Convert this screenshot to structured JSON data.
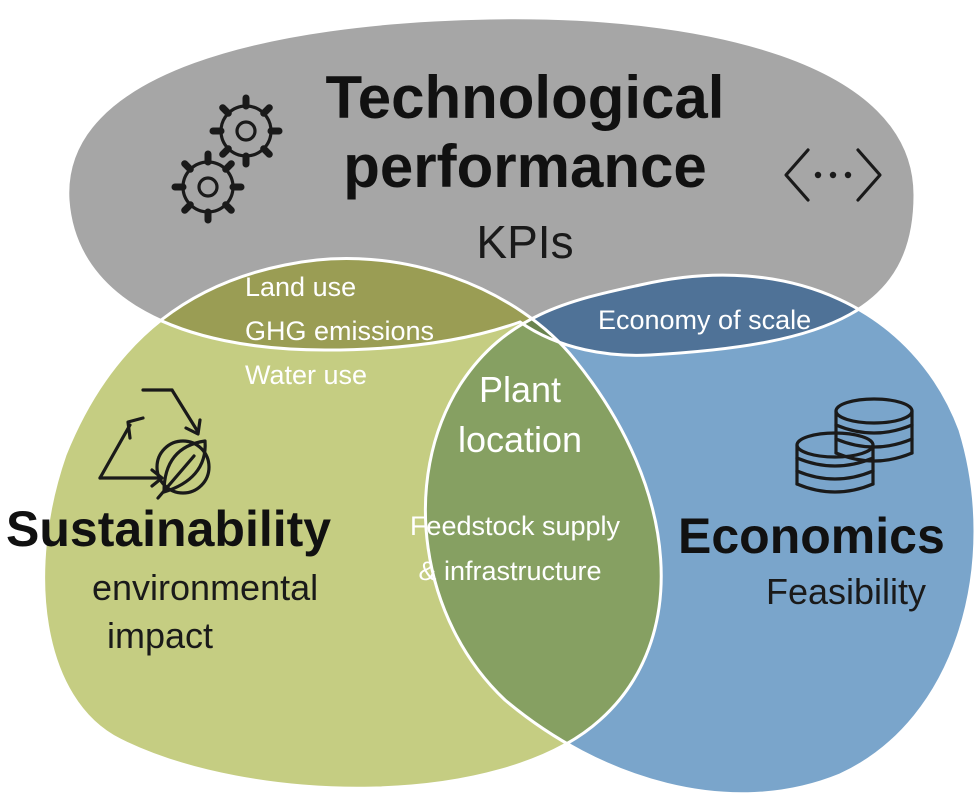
{
  "technological": {
    "title_line1": "Technological",
    "title_line2": "performance",
    "subtitle": "KPIs",
    "icons": [
      "gears-icon",
      "code-brackets-icon"
    ]
  },
  "sustainability": {
    "title": "Sustainability",
    "subtitle_line1": "environmental",
    "subtitle_line2": "impact",
    "icons": [
      "recycle-icon",
      "leaf-icon"
    ]
  },
  "economics": {
    "title": "Economics",
    "subtitle": "Feasibility",
    "icons": [
      "coins-icon"
    ]
  },
  "overlaps": {
    "tech_sustainability": [
      "Land use",
      "GHG emissions",
      "Water use"
    ],
    "tech_economics": "Economy of scale",
    "sustainability_economics_line1": "Feedstock supply",
    "sustainability_economics_line2": "& infrastructure",
    "center_line1": "Plant",
    "center_line2": "location"
  },
  "colors": {
    "technological": "#a6a6a6",
    "sustainability": "#c5cd82",
    "economics": "#7aa5cb",
    "tech_sust": "#9a9d54",
    "tech_econ": "#4f7297",
    "sust_econ": "#86a062",
    "center": "#69834f",
    "outline": "#ffffff"
  }
}
